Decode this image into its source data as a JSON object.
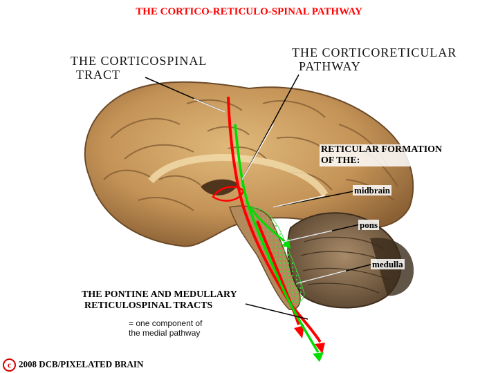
{
  "title": "THE CORTICO-RETICULO-SPINAL PATHWAY",
  "labels": {
    "corticospinal": [
      "THE CORTICOSPINAL",
      "TRACT"
    ],
    "corticoreticular": [
      "THE CORTICORETICULAR",
      "PATHWAY"
    ],
    "reticular": [
      "RETICULAR FORMATION",
      "OF THE:"
    ],
    "midbrain": "midbrain",
    "pons": "pons",
    "medulla": "medulla",
    "reticulospinal": [
      "THE PONTINE AND MEDULLARY",
      "RETICULOSPINAL TRACTS"
    ],
    "note": [
      "= one component of",
      "the medial pathway"
    ]
  },
  "copyright": {
    "symbol": "c",
    "text": "2008  DCB/PIXELATED BRAIN"
  },
  "colors": {
    "title": "#ff0000",
    "corticospinal_tract": "#ff0000",
    "reticular_pathway": "#00dd00",
    "brain": "#c89a5c"
  }
}
